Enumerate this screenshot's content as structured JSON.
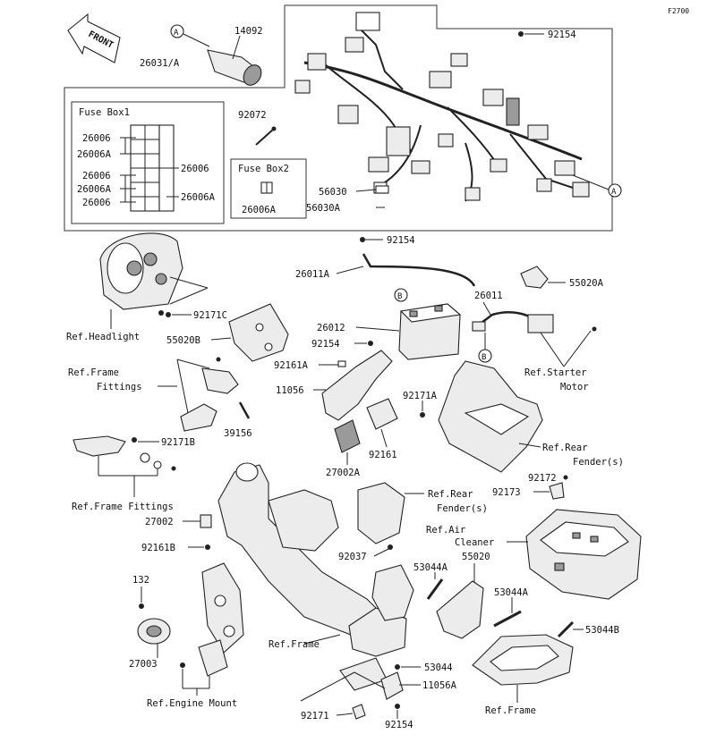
{
  "diagram_code": "F2700",
  "front_label": "FRONT",
  "callout_a": "A",
  "callout_b": "B",
  "fuse_box1": {
    "title": "Fuse Box1",
    "left_labels": [
      "26006",
      "26006A",
      "26006",
      "26006A",
      "26006"
    ],
    "right_labels": [
      "26006",
      "26006A"
    ]
  },
  "fuse_box2": {
    "title": "Fuse Box2",
    "label": "26006A"
  },
  "labels": {
    "p14092": "14092",
    "p26031a": "26031/A",
    "p92154_top": "92154",
    "p92072": "92072",
    "p56030": "56030",
    "p56030a": "56030A",
    "p92154_b": "92154",
    "p26011a": "26011A",
    "p55020a": "55020A",
    "p26011": "26011",
    "p26012": "26012",
    "p92154_c": "92154",
    "p92171c": "92171C",
    "p55020b": "55020B",
    "p92161a": "92161A",
    "p11056": "11056",
    "p92171a": "92171A",
    "p39156": "39156",
    "p92171b": "92171B",
    "p92161": "92161",
    "p27002a": "27002A",
    "p92172": "92172",
    "p92173": "92173",
    "p27002": "27002",
    "p92161b": "92161B",
    "p92037": "92037",
    "p53044a": "53044A",
    "p55020": "55020",
    "p53044a_2": "53044A",
    "p53044b": "53044B",
    "p132": "132",
    "p27003": "27003",
    "p53044": "53044",
    "p11056a": "11056A",
    "p92171": "92171",
    "p92154_d": "92154"
  },
  "references": {
    "headlight": "Ref.Headlight",
    "frame_fittings_1a": "Ref.Frame",
    "frame_fittings_1b": "Fittings",
    "frame_fittings_2": "Ref.Frame Fittings",
    "starter_motor_a": "Ref.Starter",
    "starter_motor_b": "Motor",
    "rear_fender_1a": "Ref.Rear",
    "rear_fender_1b": "Fender(s)",
    "rear_fender_2a": "Ref.Rear",
    "rear_fender_2b": "Fender(s)",
    "air_cleaner_a": "Ref.Air",
    "air_cleaner_b": "Cleaner",
    "frame_1": "Ref.Frame",
    "engine_mount": "Ref.Engine Mount",
    "frame_2": "Ref.Frame"
  }
}
